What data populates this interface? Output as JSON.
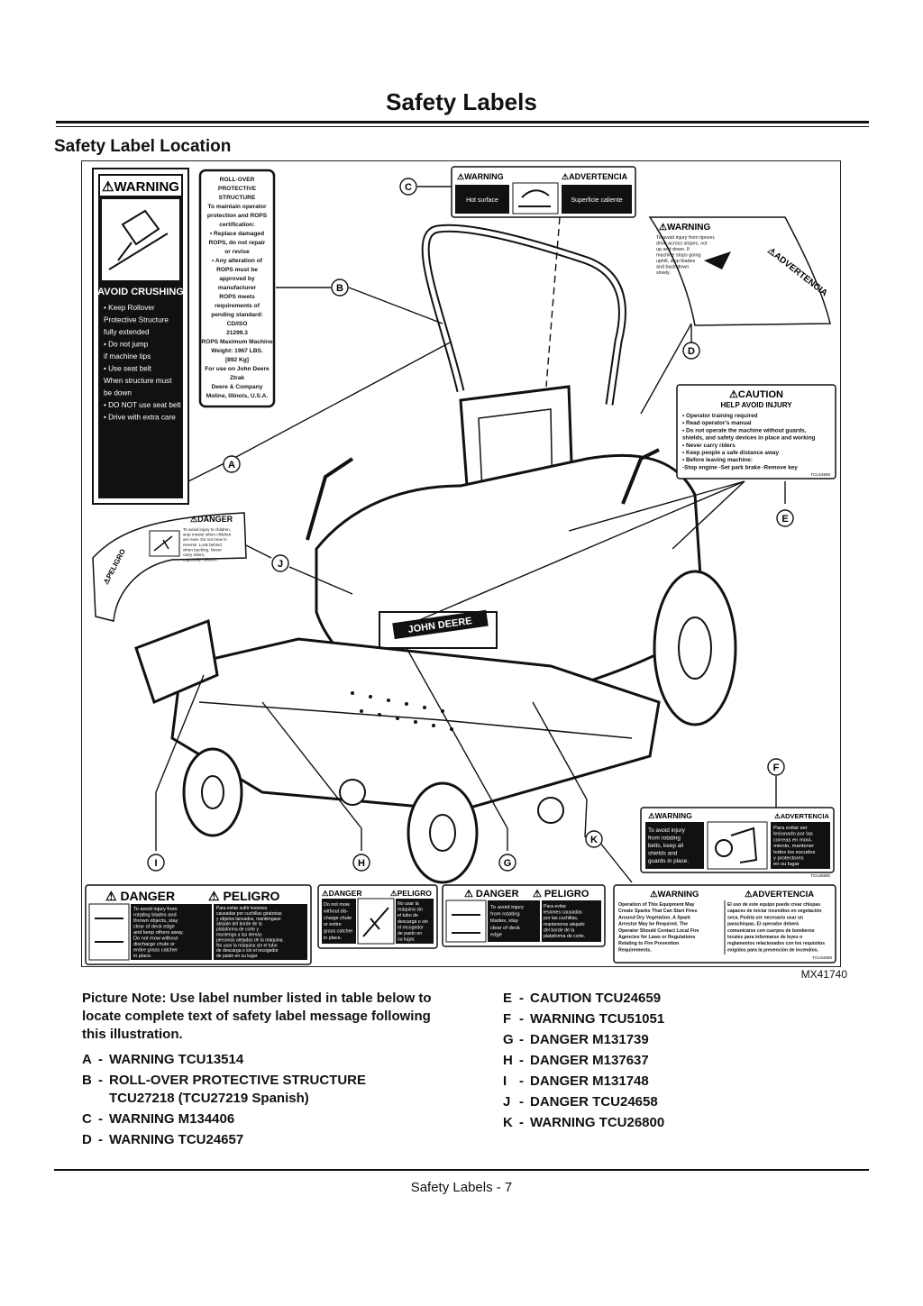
{
  "page": {
    "title": "Safety Labels",
    "section_title": "Safety Label Location",
    "figure_id": "MX41740",
    "footer": "Safety Labels - 7"
  },
  "note": "Picture Note: Use label number listed in table below to locate complete text of safety label message following this illustration.",
  "legend_left": [
    {
      "letter": "A",
      "text": "WARNING TCU13514"
    },
    {
      "letter": "B",
      "text": "ROLL-OVER PROTECTIVE STRUCTURE\nTCU27218 (TCU27219 Spanish)"
    },
    {
      "letter": "C",
      "text": "WARNING M134406"
    },
    {
      "letter": "D",
      "text": "WARNING TCU24657"
    }
  ],
  "legend_right": [
    {
      "letter": "E",
      "text": "CAUTION TCU24659"
    },
    {
      "letter": "F",
      "text": "WARNING TCU51051"
    },
    {
      "letter": "G",
      "text": "DANGER M131739"
    },
    {
      "letter": "H",
      "text": "DANGER M137637"
    },
    {
      "letter": "I",
      "text": "DANGER M131748"
    },
    {
      "letter": "J",
      "text": "DANGER TCU24658"
    },
    {
      "letter": "K",
      "text": "WARNING TCU26800"
    }
  ],
  "callouts": [
    "A",
    "B",
    "C",
    "D",
    "E",
    "F",
    "G",
    "H",
    "I",
    "J",
    "K"
  ],
  "labels": {
    "a": {
      "heading": "WARNING",
      "body_title": "AVOID CRUSHING",
      "lines": [
        "• Keep Rollover",
        "Protective Structure",
        "fully extended",
        "• Do not jump",
        "if machine tips",
        "• Use seat belt",
        "When structure must",
        "be down",
        "• DO NOT use seat belt",
        "• Drive with extra care"
      ]
    },
    "b": {
      "lines": [
        "ROLL-OVER",
        "PROTECTIVE",
        "STRUCTURE",
        "To maintain operator",
        "protection and ROPS",
        "certification:",
        "• Replace damaged",
        "ROPS, do not repair",
        "or revise",
        "• Any alteration of",
        "ROPS must be",
        "approved by",
        "manufacturer",
        "ROPS meets",
        "requirements of",
        "pending standard:",
        "CD/ISO",
        "21299.3",
        "ROPS Maximum Machine",
        "Weight: 1967 LBS.",
        "[892 Kg]",
        "For use on John Deere",
        "Ztrak",
        "Deere & Company",
        "Moline, Illinois, U.S.A."
      ]
    },
    "c": {
      "warning": "WARNING",
      "advertencia": "ADVERTENCIA",
      "hot": "Hot surface",
      "caliente": "Superficie caliente"
    },
    "d": {
      "warning": "WARNING",
      "advertencia": "ADVERTENCIA",
      "lines": [
        "To avoid injury from tipover,",
        "drive across slopes, not",
        "up and down. If",
        "machine stops going",
        "uphill, stop blades",
        "and back down",
        "slowly."
      ]
    },
    "e": {
      "heading": "CAUTION",
      "title": "HELP AVOID INJURY",
      "lines": [
        "• Operator training required",
        "• Read operator's manual",
        "• Do not operate the machine without guards,",
        "  shields, and safety devices in place and working",
        "• Never carry riders",
        "• Keep people a safe distance away",
        "• Before leaving machine:",
        "  -Stop engine  -Set park brake  -Remove key"
      ],
      "code": "TCU24659"
    },
    "f": {
      "warning": "WARNING",
      "advertencia": "ADVERTENCIA",
      "en": [
        "To avoid injury",
        "from rotating",
        "belts, keep all",
        "shields and",
        "guards in place."
      ],
      "es": [
        "Para evitar ser",
        "lesionado por las",
        "correas en movi-",
        "miento, mantener",
        "todos los escudos",
        "y protectores",
        "en su lugar"
      ],
      "code": "TCU26800"
    },
    "g": {
      "danger": "DANGER",
      "peligro": "PELIGRO",
      "en": [
        "To avoid injury",
        "from rotating",
        "blades, stay",
        "clear of deck",
        "edge"
      ],
      "es": [
        "Para evitar",
        "lesiones causadas",
        "por las cuchillas,",
        "mantenerse alejado",
        "del borde de la",
        "plataforma de corte."
      ]
    },
    "h": {
      "danger": "DANGER",
      "peligro": "PELIGRO",
      "en": [
        "Do not mow",
        "without dis-",
        "charge chute",
        "or entire",
        "grass catcher",
        "in place."
      ],
      "es": [
        "No usar la",
        "máquina sin",
        "el tubo de",
        "descarga o sin",
        "el recogedor",
        "de pasto en",
        "su lugar."
      ]
    },
    "i": {
      "danger": "DANGER",
      "peligro": "PELIGRO",
      "en": [
        "To avoid injury from",
        "rotating blades and",
        "thrown objects, stay",
        "clear of deck edge",
        "and keep others away.",
        "Do not mow without",
        "discharge chute or",
        "entire grass catcher",
        "in place."
      ],
      "es": [
        "Para evitar sufrir lesiones",
        "causadas por cuchillas giratorias",
        "y objetos lanzados, manténgase",
        "alejado del borde de la",
        "plataforma de corte y",
        "mantenga a las demás",
        "personas alejadas de la máquina.",
        "No usar la máquina sin el tubo",
        "de descarga o sin el recogedor",
        "de pasto en su lugar."
      ]
    },
    "j": {
      "danger": "DANGER",
      "peligro": "PELIGRO",
      "lines": [
        "To avoid injury to children,",
        "stop mower when children",
        "are near. Do not mow in",
        "reverse. Look behind",
        "when backing. Never",
        "carry riders,",
        "especially children."
      ]
    },
    "k": {
      "warning": "WARNING",
      "advertencia": "ADVERTENCIA",
      "en": [
        "Operation of This Equipment May",
        "Create Sparks That Can Start Fires",
        "Around Dry Vegetation. A Spark",
        "Arrestor May be Required. The",
        "Operator Should Contact Local Fire",
        "Agencies for Laws or Regulations",
        "Relating to Fire Prevention",
        "Requirements."
      ],
      "es": [
        "El uso de este equipo puede crear chispas",
        "capaces de iniciar incendios en vegetación",
        "seca. Podría ser necesario usar un",
        "parachispas. El operador deberá",
        "comunicarse con cuerpos de bomberos",
        "locales para informarse de leyes o",
        "reglamentos relacionados con los requisitos",
        "exigidos para la prevención de incendios."
      ],
      "code": "TCU24660"
    },
    "brand": "JOHN DEERE"
  }
}
